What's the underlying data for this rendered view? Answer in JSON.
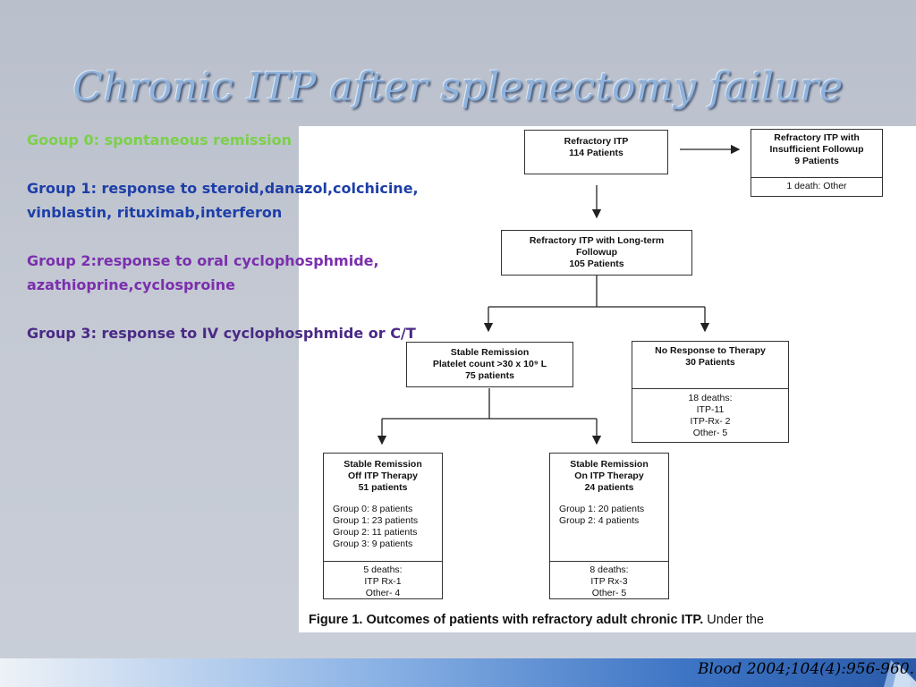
{
  "title": "Chronic ITP after splenectomy failure",
  "groups": {
    "g0": "Gooup 0: spontaneous remission",
    "g1": "Group 1: response to steroid,danazol,colchicine, vinblastin, rituximab,interferon",
    "g2": "Group 2:response to oral cyclophosphmide, azathioprine,cyclosproine",
    "g3": "Group 3: response to IV cyclophosphmide or C/T"
  },
  "flowchart": {
    "refractory": {
      "l1": "Refractory ITP",
      "l2": "114 Patients"
    },
    "insufficient": {
      "l1": "Refractory ITP with",
      "l2": "Insufficient Followup",
      "l3": "9 Patients",
      "death": "1 death: Other"
    },
    "longterm": {
      "l1": "Refractory ITP with Long-term",
      "l2": "Followup",
      "l3": "105 Patients"
    },
    "stable": {
      "l1": "Stable Remission",
      "l2": "Platelet count >30 x 10⁹ L",
      "l3": "75 patients"
    },
    "noresp": {
      "l1": "No Response to Therapy",
      "l2": "30 Patients",
      "d1": "18 deaths:",
      "d2": "ITP-11",
      "d3": "ITP-Rx- 2",
      "d4": "Other- 5"
    },
    "off": {
      "l1": "Stable Remission",
      "l2": "Off ITP Therapy",
      "l3": "51 patients",
      "g0": "Group 0: 8 patients",
      "g1": "Group 1: 23 patients",
      "g2": "Group 2: 11 patients",
      "g3": "Group 3: 9 patients",
      "d1": "5 deaths:",
      "d2": "ITP Rx-1",
      "d3": "Other- 4"
    },
    "on": {
      "l1": "Stable Remission",
      "l2": "On ITP Therapy",
      "l3": "24 patients",
      "g1": "Group 1: 20 patients",
      "g2": "Group 2: 4 patients",
      "d1": "8 deaths:",
      "d2": "ITP Rx-3",
      "d3": "Other- 5"
    }
  },
  "caption": {
    "bold": "Figure 1. Outcomes of patients with refractory adult chronic ITP.",
    "rest": " Under the"
  },
  "citation": "Blood 2004;104(4):956-960.",
  "colors": {
    "title": "#8fb3dc",
    "group0": "#7cd04a",
    "group1": "#1e3fa8",
    "group2": "#7b2fae",
    "group3": "#4a2a86"
  }
}
